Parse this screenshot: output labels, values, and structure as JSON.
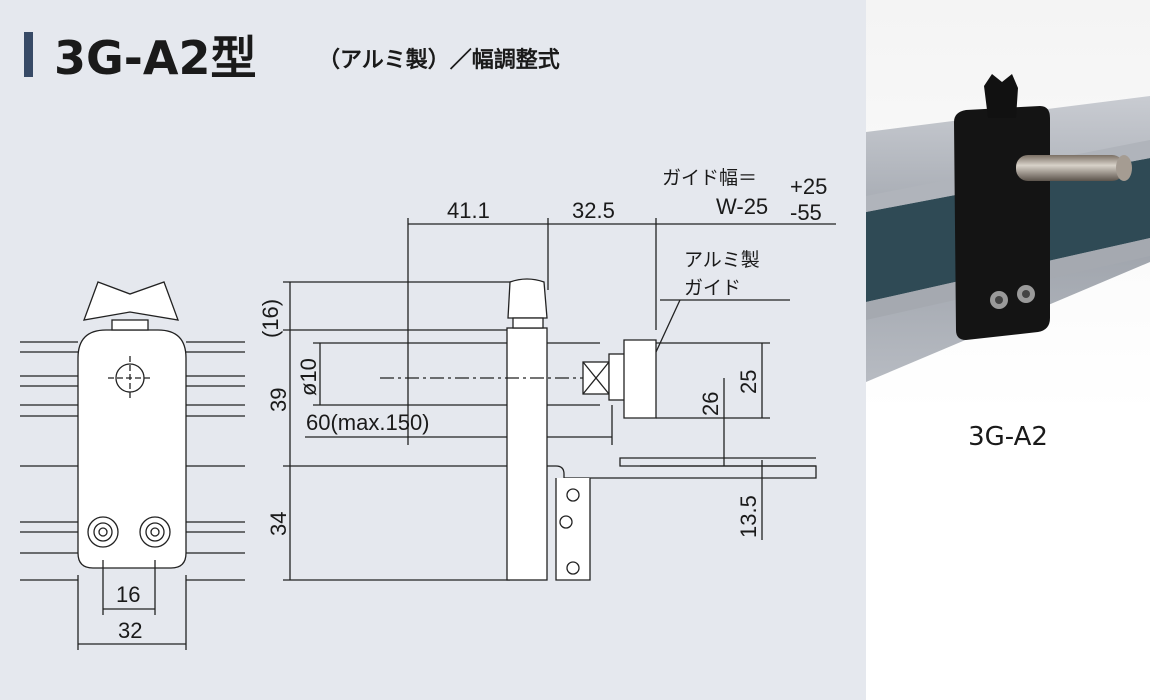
{
  "title": {
    "model": "3G-A2型",
    "subtitle": "（アルミ製）／幅調整式"
  },
  "diagram": {
    "dims": {
      "d_41_1": "41.1",
      "d_32_5": "32.5",
      "d_16_paren": "(16)",
      "d_39": "39",
      "d_phi10": "ø10",
      "d_60": "60(max.150)",
      "d_34": "34",
      "d_26": "26",
      "d_25": "25",
      "d_13_5": "13.5",
      "d_16": "16",
      "d_32": "32"
    },
    "guide_width": {
      "label": "ガイド幅＝",
      "value": "W-25",
      "plus": "+25",
      "minus": "-55"
    },
    "material_note": {
      "line1": "アルミ製",
      "line2": "ガイド"
    }
  },
  "photo": {
    "caption": "3G-A2"
  }
}
